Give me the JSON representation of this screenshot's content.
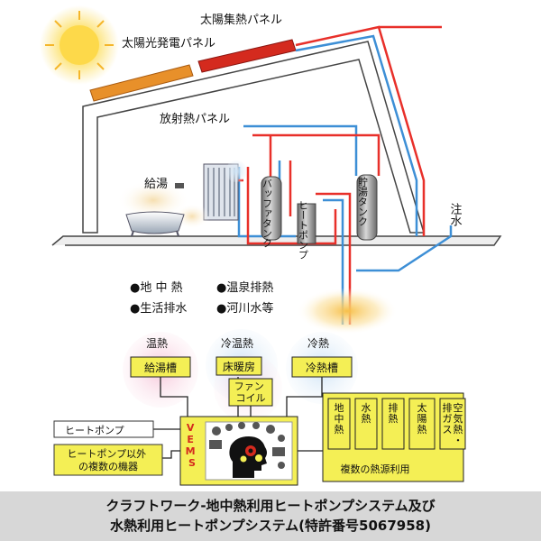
{
  "labels": {
    "pv_panel": "太陽光発電パネル",
    "thermal_panel": "太陽集熱パネル",
    "radiant_panel": "放射熱パネル",
    "hot_water": "給湯",
    "buffer_tank": "バッファタンク",
    "heat_pump": "ヒートポンプ",
    "storage_tank": "貯湯タンク",
    "water_inlet": "注水"
  },
  "heat_sources_ground": [
    "●地 中 熱",
    "●生活排水",
    "●温泉排熱",
    "●河川水等"
  ],
  "categories": {
    "warm": "温熱",
    "cool_warm": "冷温熱",
    "cold": "冷熱"
  },
  "boxes": {
    "hot_water_tank": "給湯槽",
    "floor_heating": "床暖房",
    "fan_coil": "ファンコイル",
    "cold_tank": "冷熱槽",
    "heat_pump": "ヒートポンプ",
    "other_devices": "ヒートポンプ以外の複数の機器",
    "vems": "VEMS",
    "multi_source": "複数の熱源利用"
  },
  "source_columns": [
    "地中熱",
    "水熱",
    "排熱",
    "太陽熱",
    "空気熱・排ガス"
  ],
  "caption": {
    "line1": "クラフトワーク-地中熱利用ヒートポンプシステム及び",
    "line2": "水熱利用ヒートポンプシステム(特許番号5067958)"
  },
  "colors": {
    "hot_pipe": "#e8302a",
    "cold_pipe": "#3d8fd6",
    "box_fill": "#f4ef55",
    "pv_panel": "#e8902a",
    "thermal_panel": "#d42a1e",
    "warm_glow": "#f3c8d8",
    "cool_glow": "#d7e8f5"
  }
}
